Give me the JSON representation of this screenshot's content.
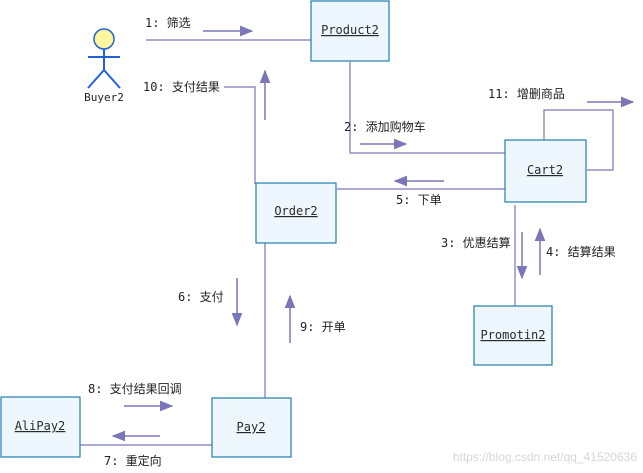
{
  "actor": {
    "label": "Buyer2"
  },
  "objects": {
    "product": "Product2",
    "cart": "Cart2",
    "order": "Order2",
    "promotion": "Promotin2",
    "pay": "Pay2",
    "alipay": "AliPay2"
  },
  "messages": {
    "m1": "1: 筛选",
    "m2": "2: 添加购物车",
    "m3": "3: 优惠结算",
    "m4": "4: 结算结果",
    "m5": "5: 下单",
    "m6": "6: 支付",
    "m7": "7: 重定向",
    "m8": "8: 支付结果回调",
    "m9": "9: 开单",
    "m10": "10: 支付结果",
    "m11": "11: 增删商品"
  },
  "watermark": "https://blog.csdn.net/qq_41520636",
  "colors": {
    "object_fill": "#eef7fd",
    "object_border": "#1e7fb0",
    "link": "#7a76b8",
    "actor": "#2060d8"
  }
}
